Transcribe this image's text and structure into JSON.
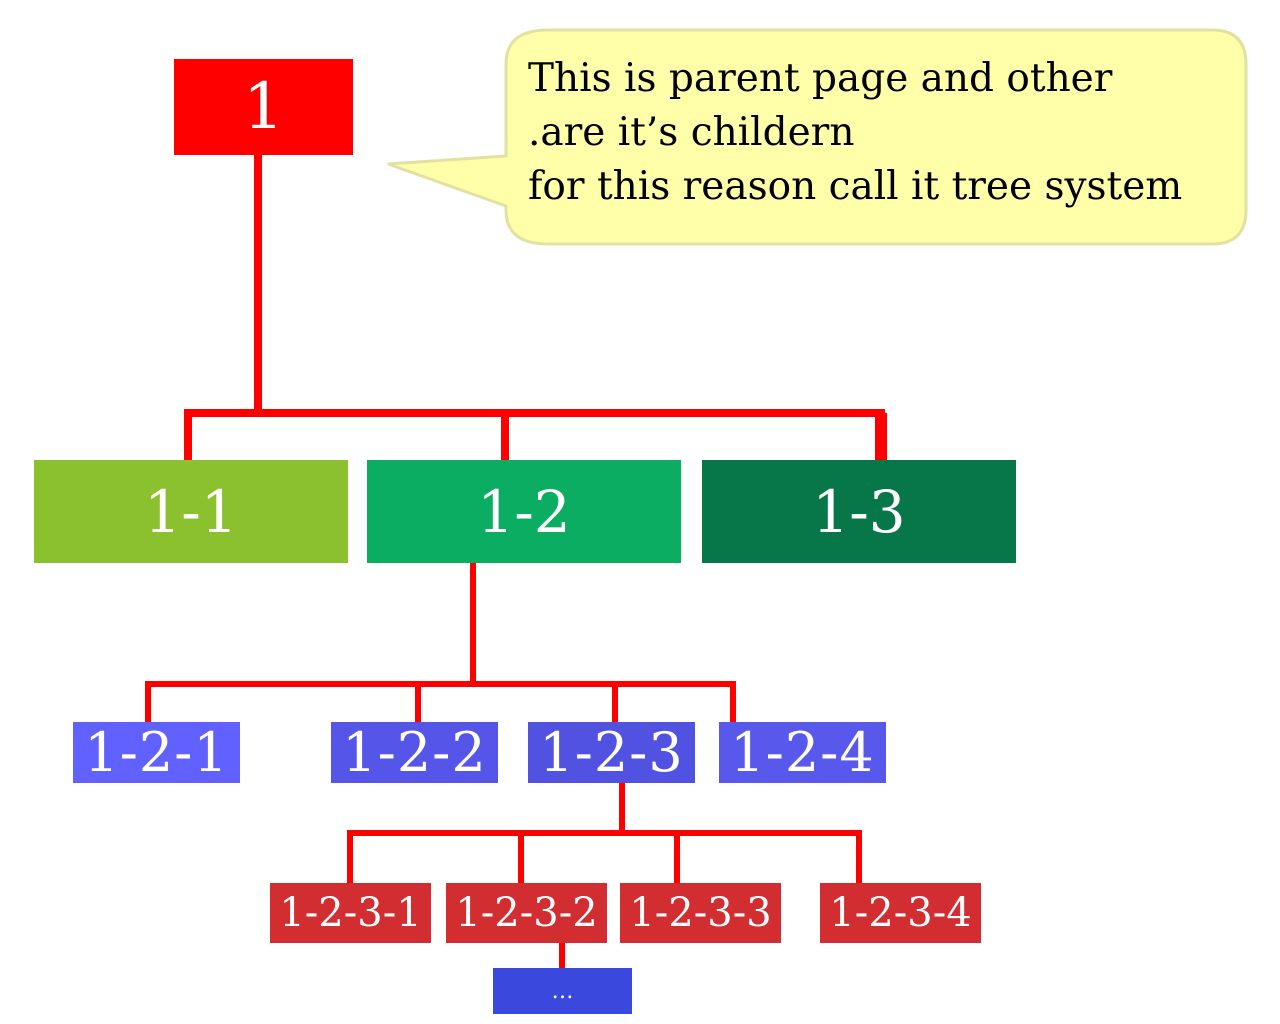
{
  "colors": {
    "connector": "#ff0000",
    "callout_fill": "#ffffaa",
    "callout_border": "#e2e2a0",
    "text_on_node": "#ffffff"
  },
  "nodes": {
    "root": {
      "label": "1",
      "color": "#ff0000"
    },
    "n1_1": {
      "label": "1-1",
      "color": "#8bc02e"
    },
    "n1_2": {
      "label": "1-2",
      "color": "#0bad62"
    },
    "n1_3": {
      "label": "1-3",
      "color": "#07774a"
    },
    "n1_2_1": {
      "label": "1-2-1",
      "color": "#6161ff"
    },
    "n1_2_2": {
      "label": "1-2-2",
      "color": "#5555ea"
    },
    "n1_2_3": {
      "label": "1-2-3",
      "color": "#5151e2"
    },
    "n1_2_4": {
      "label": "1-2-4",
      "color": "#5858ed"
    },
    "n1_2_3_1": {
      "label": "1-2-3-1",
      "color": "#d22d31"
    },
    "n1_2_3_2": {
      "label": "1-2-3-2",
      "color": "#d22d31"
    },
    "n1_2_3_3": {
      "label": "1-2-3-3",
      "color": "#d22d31"
    },
    "n1_2_3_4": {
      "label": "1-2-3-4",
      "color": "#d22d31"
    },
    "more": {
      "label": "…",
      "color": "#3b48de"
    }
  },
  "callout": {
    "lines": [
      "This is parent page and other",
      ".are it’s childern",
      "for this reason call it tree system"
    ]
  }
}
